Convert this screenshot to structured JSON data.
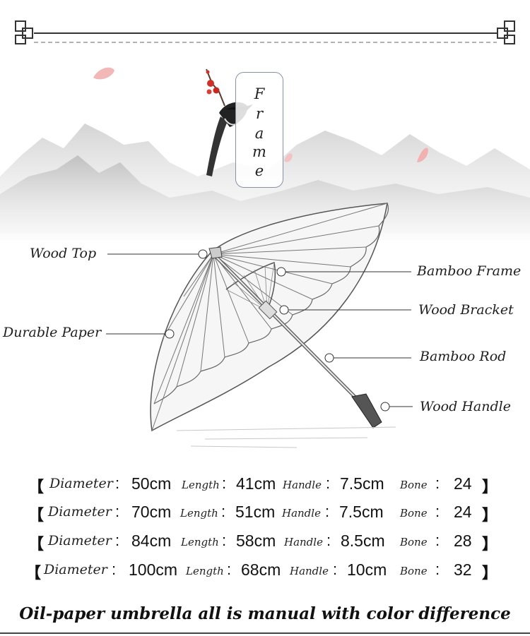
{
  "header": {
    "title_vertical": [
      "F",
      "r",
      "a",
      "m",
      "e"
    ]
  },
  "labels": {
    "wood_top": "Wood Top",
    "durable_paper": "Durable Paper",
    "bamboo_frame": "Bamboo Frame",
    "wood_bracket": "Wood Bracket",
    "bamboo_rod": "Bamboo Rod",
    "wood_handle": "Wood Handle"
  },
  "spec_keys": {
    "diameter": "Diameter",
    "length": "Length",
    "handle": "Handle",
    "bone": "Bone"
  },
  "specs": [
    {
      "diameter": "50cm",
      "length": "41cm",
      "handle": "7.5cm",
      "bone": "24"
    },
    {
      "diameter": "70cm",
      "length": "51cm",
      "handle": "7.5cm",
      "bone": "24"
    },
    {
      "diameter": "84cm",
      "length": "58cm",
      "handle": "8.5cm",
      "bone": "28"
    },
    {
      "diameter": "100cm",
      "length": "68cm",
      "handle": "10cm",
      "bone": "32"
    }
  ],
  "footer": {
    "note": "Oil-paper umbrella all is manual with color difference"
  },
  "colors": {
    "ink": "#1a1a1a",
    "frame_border": "#8a8fa8",
    "petal": "#f0a8a8",
    "plum": "#d0302a"
  }
}
